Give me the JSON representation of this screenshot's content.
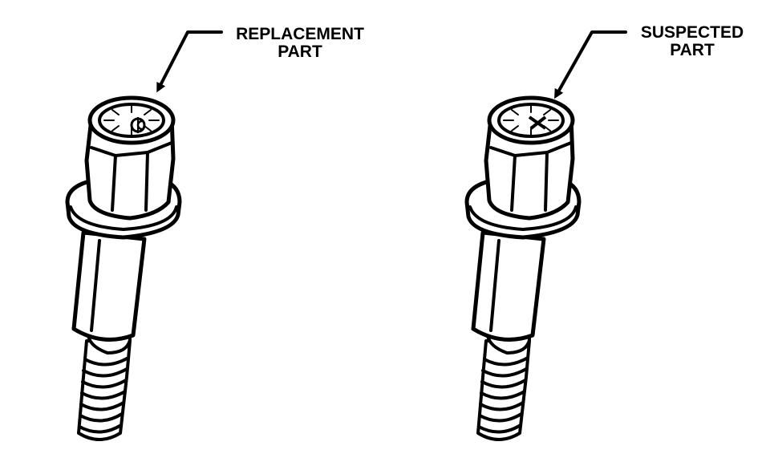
{
  "figure": {
    "ink_color": "#000000",
    "background": "#ffffff"
  },
  "parts": [
    {
      "id": "replacement",
      "label_line1": "REPLACEMENT",
      "label_line2": "PART",
      "head_marking_icon": "c-in-circle-mark-icon"
    },
    {
      "id": "suspected",
      "label_line1": "SUSPECTED",
      "label_line2": "PART",
      "head_marking_icon": "x-mark-icon"
    }
  ]
}
